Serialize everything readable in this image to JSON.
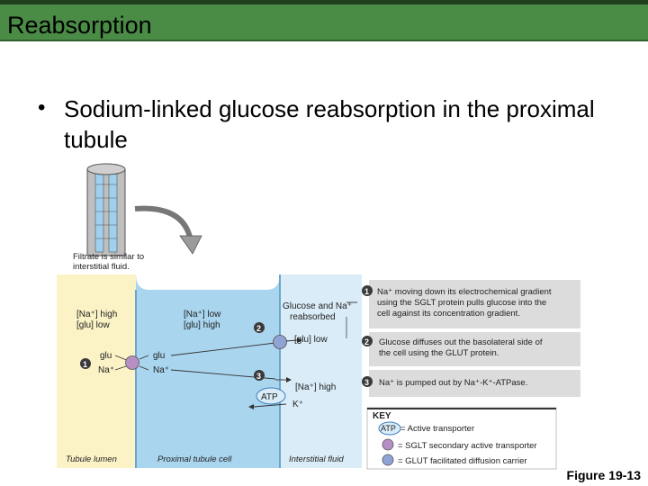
{
  "title": "Reabsorption",
  "bullet": "Sodium-linked glucose reabsorption in the proximal tubule",
  "figure_label": "Figure 19-13",
  "diagram": {
    "filtrate_note": [
      "Filtrate is similar to",
      "interstitial fluid."
    ],
    "lumen_conc": [
      "[Na⁺] high",
      "[glu] low"
    ],
    "cell_conc": [
      "[Na⁺] low",
      "[glu] high"
    ],
    "absorbed": [
      "Glucose and Na⁺",
      "reabsorbed"
    ],
    "glu_label": "glu",
    "na_label": "Na⁺",
    "glu_low": "[glu] low",
    "na_high": "[Na⁺] high",
    "atp": "ATP",
    "k_label": "K⁺",
    "step1": "1",
    "step2": "2",
    "step3": "3",
    "regions": {
      "lumen": "Tubule lumen",
      "cell": "Proximal tubule cell",
      "interstitial": "Interstitial fluid"
    },
    "steps": [
      {
        "num": "1",
        "lines": [
          "Na⁺ moving down its electrochemical gradient",
          "using the SGLT protein pulls glucose into the",
          "cell against its concentration gradient."
        ]
      },
      {
        "num": "2",
        "lines": [
          "Glucose diffuses out the basolateral side of",
          "the cell using the GLUT protein."
        ]
      },
      {
        "num": "3",
        "lines": [
          "Na⁺ is pumped out by Na⁺-K⁺-ATPase."
        ]
      }
    ],
    "key": {
      "title": "KEY",
      "atp_symbol": "ATP",
      "active": "= Active transporter",
      "sglt": "= SGLT secondary active transporter",
      "glut": "= GLUT facilitated diffusion carrier"
    }
  },
  "colors": {
    "header_bar": "#4a8b46",
    "lumen": "#fbf3c6",
    "cell": "#a9d5ef",
    "interstitial": "#d9ecf7",
    "step_box": "#dcdcdc",
    "step_num": "#3a3a3a",
    "sglt": "#b78fc4",
    "glut": "#8fa3d4"
  }
}
